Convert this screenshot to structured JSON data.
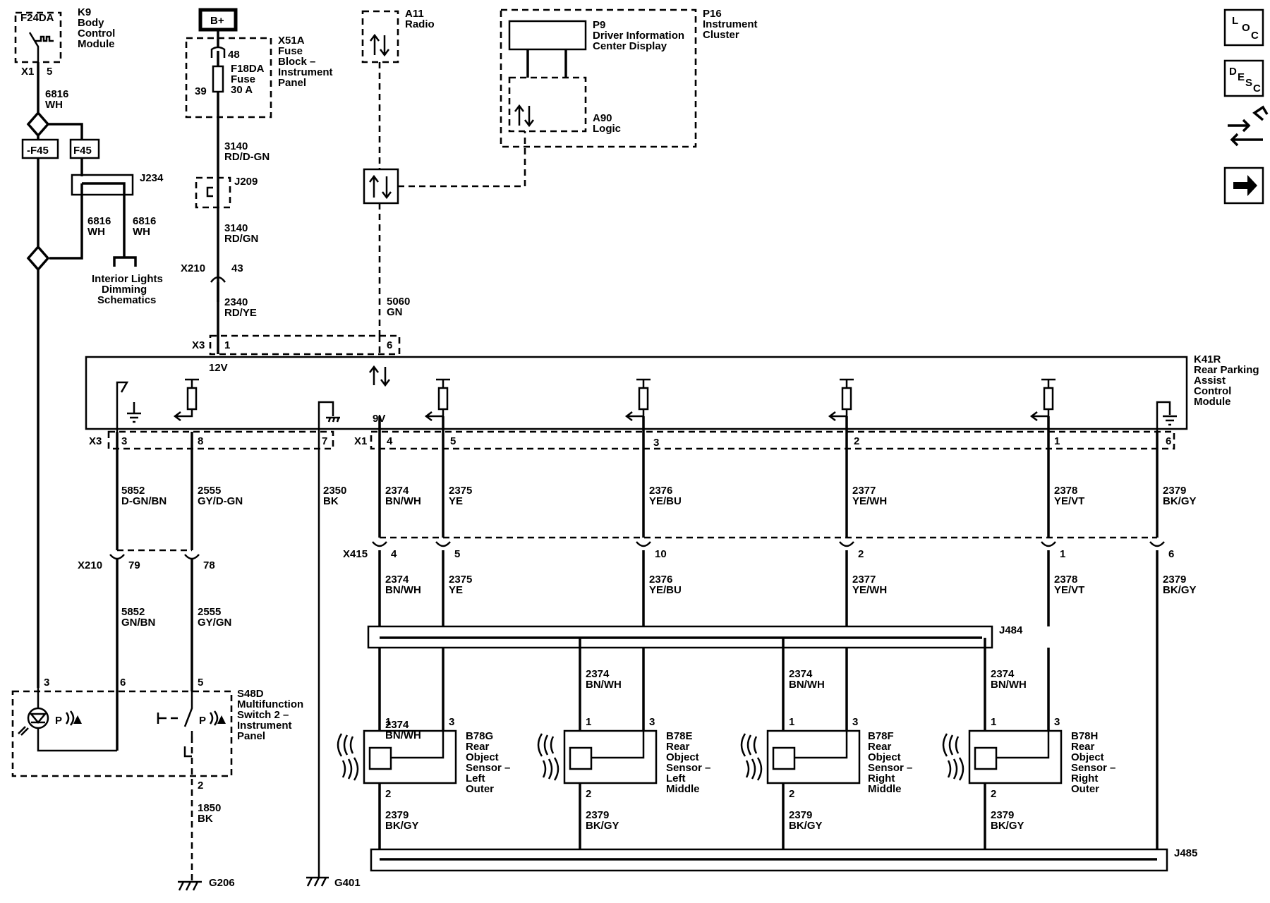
{
  "components": {
    "k9": {
      "fuse": "F24DA",
      "ref": "K9",
      "name": [
        "Body",
        "Control",
        "Module"
      ],
      "conn": "X1",
      "pin": "5"
    },
    "bplus": "B+",
    "x51a": {
      "ref": "X51A",
      "name": [
        "Fuse",
        "Block –",
        "Instrument",
        "Panel"
      ],
      "fuse_ref": "F18DA",
      "fuse_word": "Fuse",
      "fuse_rating": "30 A",
      "pin_in": "48",
      "pin_out": "39"
    },
    "a11": {
      "ref": "A11",
      "name": "Radio"
    },
    "p16": {
      "ref": "P16",
      "name": [
        "Instrument",
        "Cluster"
      ]
    },
    "p9": {
      "ref": "P9",
      "name": [
        "Driver Information",
        "Center Display"
      ]
    },
    "a90": {
      "ref": "A90",
      "name": "Logic"
    },
    "f45": {
      "left": "-F45",
      "right": "F45"
    },
    "j234": "J234",
    "j209": "J209",
    "interior": [
      "Interior Lights",
      "Dimming",
      "Schematics"
    ],
    "k41r": {
      "ref": "K41R",
      "name": [
        "Rear Parking",
        "Assist",
        "Control",
        "Module"
      ],
      "v12": "12V",
      "v9": "9V"
    },
    "s48d": {
      "ref": "S48D",
      "name": [
        "Multifunction",
        "Switch 2 –",
        "Instrument",
        "Panel"
      ],
      "pin_a": "3",
      "pin_b": "6",
      "pin_c": "5",
      "pin_gnd": "2"
    },
    "j484": "J484",
    "j485": "J485",
    "g206": "G206",
    "g401": "G401"
  },
  "wires": {
    "w6816a": [
      "6816",
      "WH"
    ],
    "w6816b": [
      "6816",
      "WH"
    ],
    "w6816c": [
      "6816",
      "WH"
    ],
    "w3140a": [
      "3140",
      "RD/D-GN"
    ],
    "w3140b": [
      "3140",
      "RD/GN"
    ],
    "w2340": [
      "2340",
      "RD/YE"
    ],
    "w5060": [
      "5060",
      "GN"
    ],
    "w5852a": [
      "5852",
      "D-GN/BN"
    ],
    "w2555a": [
      "2555",
      "GY/D-GN"
    ],
    "w2350": [
      "2350",
      "BK"
    ],
    "w5852b": [
      "5852",
      "GN/BN"
    ],
    "w2555b": [
      "2555",
      "GY/GN"
    ],
    "w1850": [
      "1850",
      "BK"
    ]
  },
  "connectors": {
    "x210a": {
      "ref": "X210",
      "pin": "43"
    },
    "x3top": {
      "ref": "X3",
      "pin_a": "1",
      "pin_b": "6"
    },
    "x3bot": {
      "ref": "X3",
      "pin_a": "3",
      "pin_b": "8",
      "pin_c": "7"
    },
    "x1bot": {
      "ref": "X1",
      "pins": [
        "4",
        "5",
        "3",
        "2",
        "1",
        "6"
      ]
    },
    "x210b": {
      "ref": "X210",
      "pin_a": "79",
      "pin_b": "78"
    },
    "x415": {
      "ref": "X415",
      "pins": [
        "4",
        "5",
        "10",
        "2",
        "1",
        "6"
      ]
    }
  },
  "sensor_wires": [
    [
      "2374",
      "BN/WH"
    ],
    [
      "2375",
      "YE"
    ],
    [
      "2376",
      "YE/BU"
    ],
    [
      "2377",
      "YE/WH"
    ],
    [
      "2378",
      "YE/VT"
    ],
    [
      "2379",
      "BK/GY"
    ]
  ],
  "sensors": [
    {
      "ref": "B78G",
      "name": [
        "Rear",
        "Object",
        "Sensor –",
        "Left",
        "Outer"
      ],
      "pin1": "1",
      "pin3": "3",
      "pin2": "2",
      "wire_in": [
        "2374",
        "BN/WH"
      ],
      "wire_gnd": [
        "2379",
        "BK/GY"
      ]
    },
    {
      "ref": "B78E",
      "name": [
        "Rear",
        "Object",
        "Sensor –",
        "Left",
        "Middle"
      ],
      "pin1": "1",
      "pin3": "3",
      "pin2": "2",
      "wire_in": [
        "2374",
        "BN/WH"
      ],
      "wire_gnd": [
        "2379",
        "BK/GY"
      ]
    },
    {
      "ref": "B78F",
      "name": [
        "Rear",
        "Object",
        "Sensor –",
        "Right",
        "Middle"
      ],
      "pin1": "1",
      "pin3": "3",
      "pin2": "2",
      "wire_in": [
        "2374",
        "BN/WH"
      ],
      "wire_gnd": [
        "2379",
        "BK/GY"
      ]
    },
    {
      "ref": "B78H",
      "name": [
        "Rear",
        "Object",
        "Sensor –",
        "Right",
        "Outer"
      ],
      "pin1": "1",
      "pin3": "3",
      "pin2": "2",
      "wire_in": [
        "2374",
        "BN/WH"
      ],
      "wire_gnd": [
        "2379",
        "BK/GY"
      ]
    }
  ],
  "nav": {
    "loc": [
      "L",
      "O",
      "C"
    ],
    "desc": [
      "D",
      "E",
      "S",
      "C"
    ],
    "icons": {
      "connector": "connector-icon",
      "next": "arrow-right-icon"
    }
  }
}
